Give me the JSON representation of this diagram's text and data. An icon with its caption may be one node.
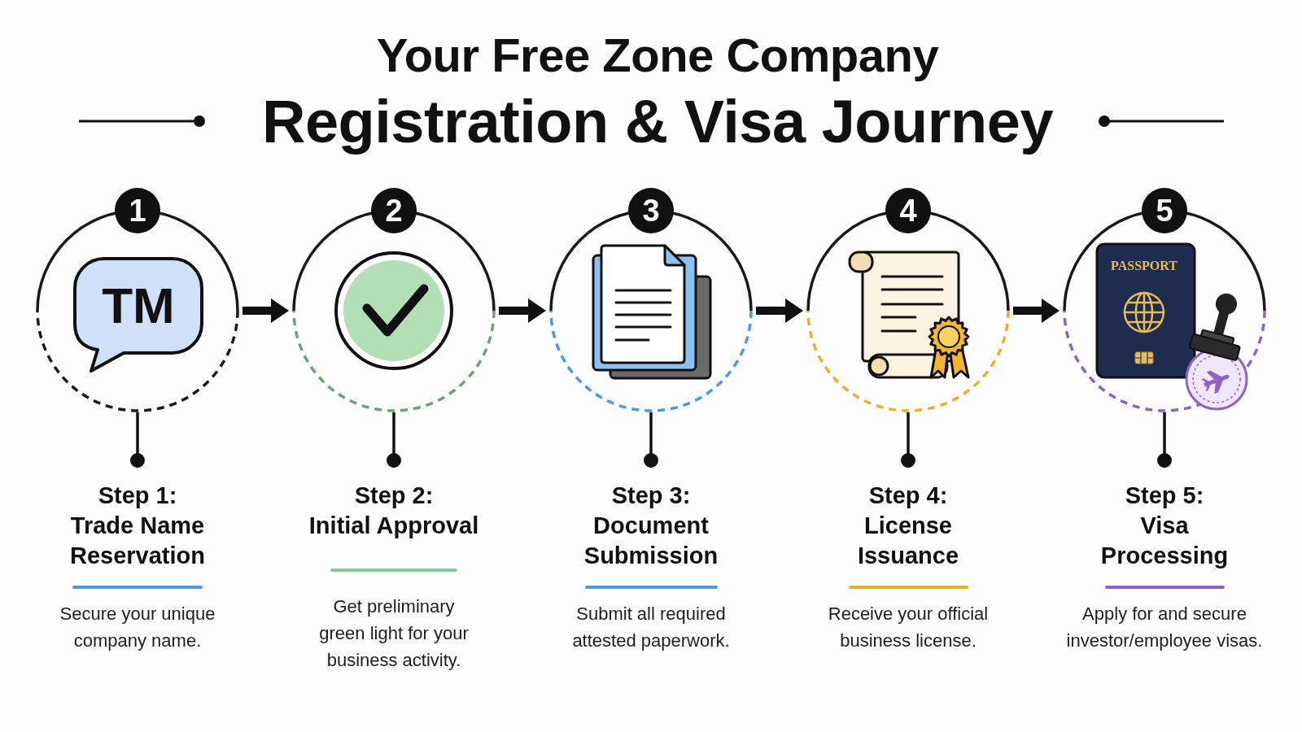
{
  "diagram": {
    "title": "Your Free Zone Company Registration & Visa Journey",
    "nodes": [
      {
        "text": [
          "1"
        ]
      },
      {
        "text": [
          "TM"
        ],
        "in": 0
      },
      {
        "text": [
          "2"
        ]
      },
      {
        "text": [
          "3"
        ]
      },
      {
        "text": [
          "4"
        ]
      },
      {
        "text": [
          "5"
        ]
      },
      {
        "text": [
          "PASSPORT"
        ],
        "in": 5
      },
      {
        "text": [
          "Step 1:",
          "Trade Name Reservation",
          "Secure your unique company name."
        ]
      },
      {
        "text": [
          "Step 2:",
          "Initial Approval",
          "Get preliminary green light for your business activity."
        ]
      },
      {
        "text": [
          "Step 3:",
          "Document Submission",
          "Submit all required attested paperwork."
        ]
      },
      {
        "text": [
          "Step 4:",
          "License Issuance",
          "Receive your official business license."
        ]
      },
      {
        "text": [
          "Step 5:",
          "Visa Processing",
          "Apply for and secure investor/employee visas."
        ]
      }
    ],
    "edges": [
      {
        "from": 0,
        "to": 2,
        "arrow": "to",
        "style": "thick"
      },
      {
        "from": 2,
        "to": 3,
        "arrow": "to",
        "style": "thick"
      },
      {
        "from": 3,
        "to": 4,
        "arrow": "to",
        "style": "thick"
      },
      {
        "from": 4,
        "to": 5,
        "arrow": "to",
        "style": "thick"
      },
      {
        "from": 0,
        "to": 7,
        "arrow": "other"
      },
      {
        "from": 2,
        "to": 8,
        "arrow": "other"
      },
      {
        "from": 3,
        "to": 9,
        "arrow": "other"
      },
      {
        "from": 4,
        "to": 10,
        "arrow": "other"
      },
      {
        "from": 5,
        "to": 11,
        "arrow": "other"
      }
    ]
  }
}
